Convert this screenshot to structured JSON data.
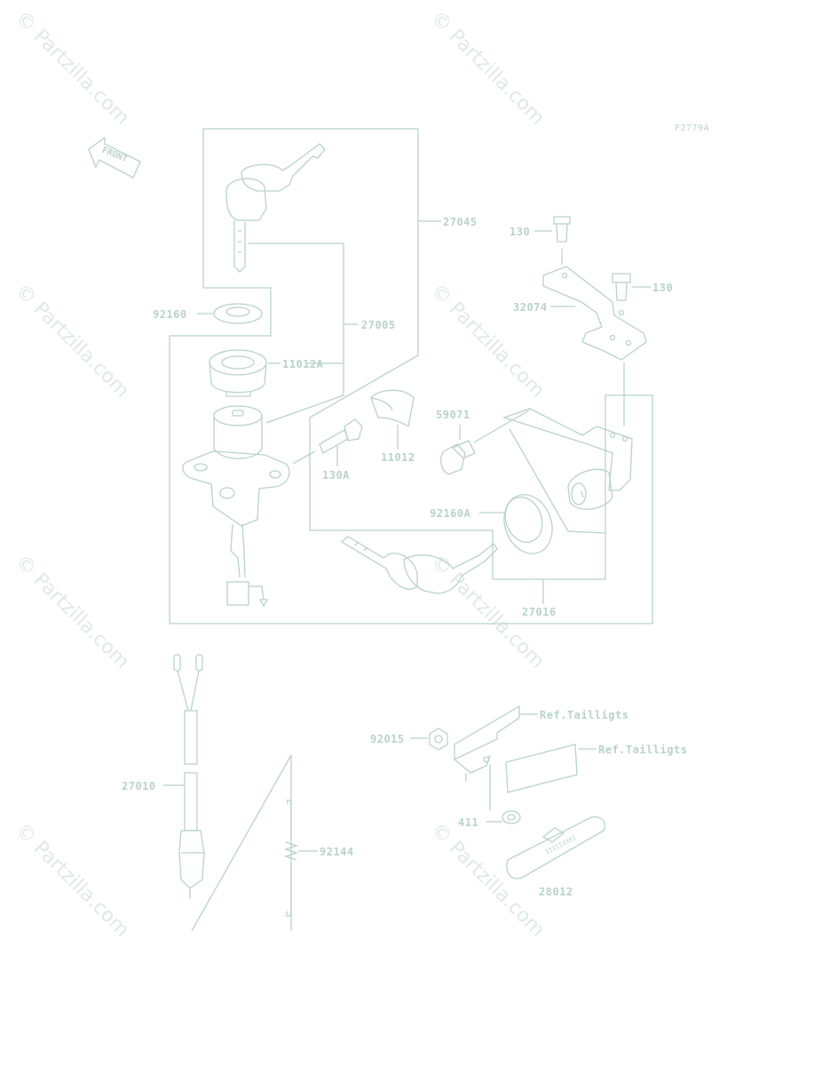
{
  "watermark": {
    "text": "© Partzilla.com"
  },
  "diagram_code": "F2779A",
  "front_label": "FRONT",
  "labels": {
    "p27045": "27045",
    "p27005": "27005",
    "p92160": "92160",
    "p11012A": "11012A",
    "p130a": "130",
    "p130b": "130",
    "p32074": "32074",
    "p59071": "59071",
    "p130A": "130A",
    "p11012": "11012",
    "p92160A": "92160A",
    "p27016": "27016",
    "ref1": "Ref.Tailligts",
    "ref2": "Ref.Tailligts",
    "p92015": "92015",
    "p27010": "27010",
    "p92144": "92144",
    "p411": "411",
    "p28012": "28012"
  },
  "colors": {
    "line": "#b8d4c6",
    "watermark": "#dfeae4"
  }
}
